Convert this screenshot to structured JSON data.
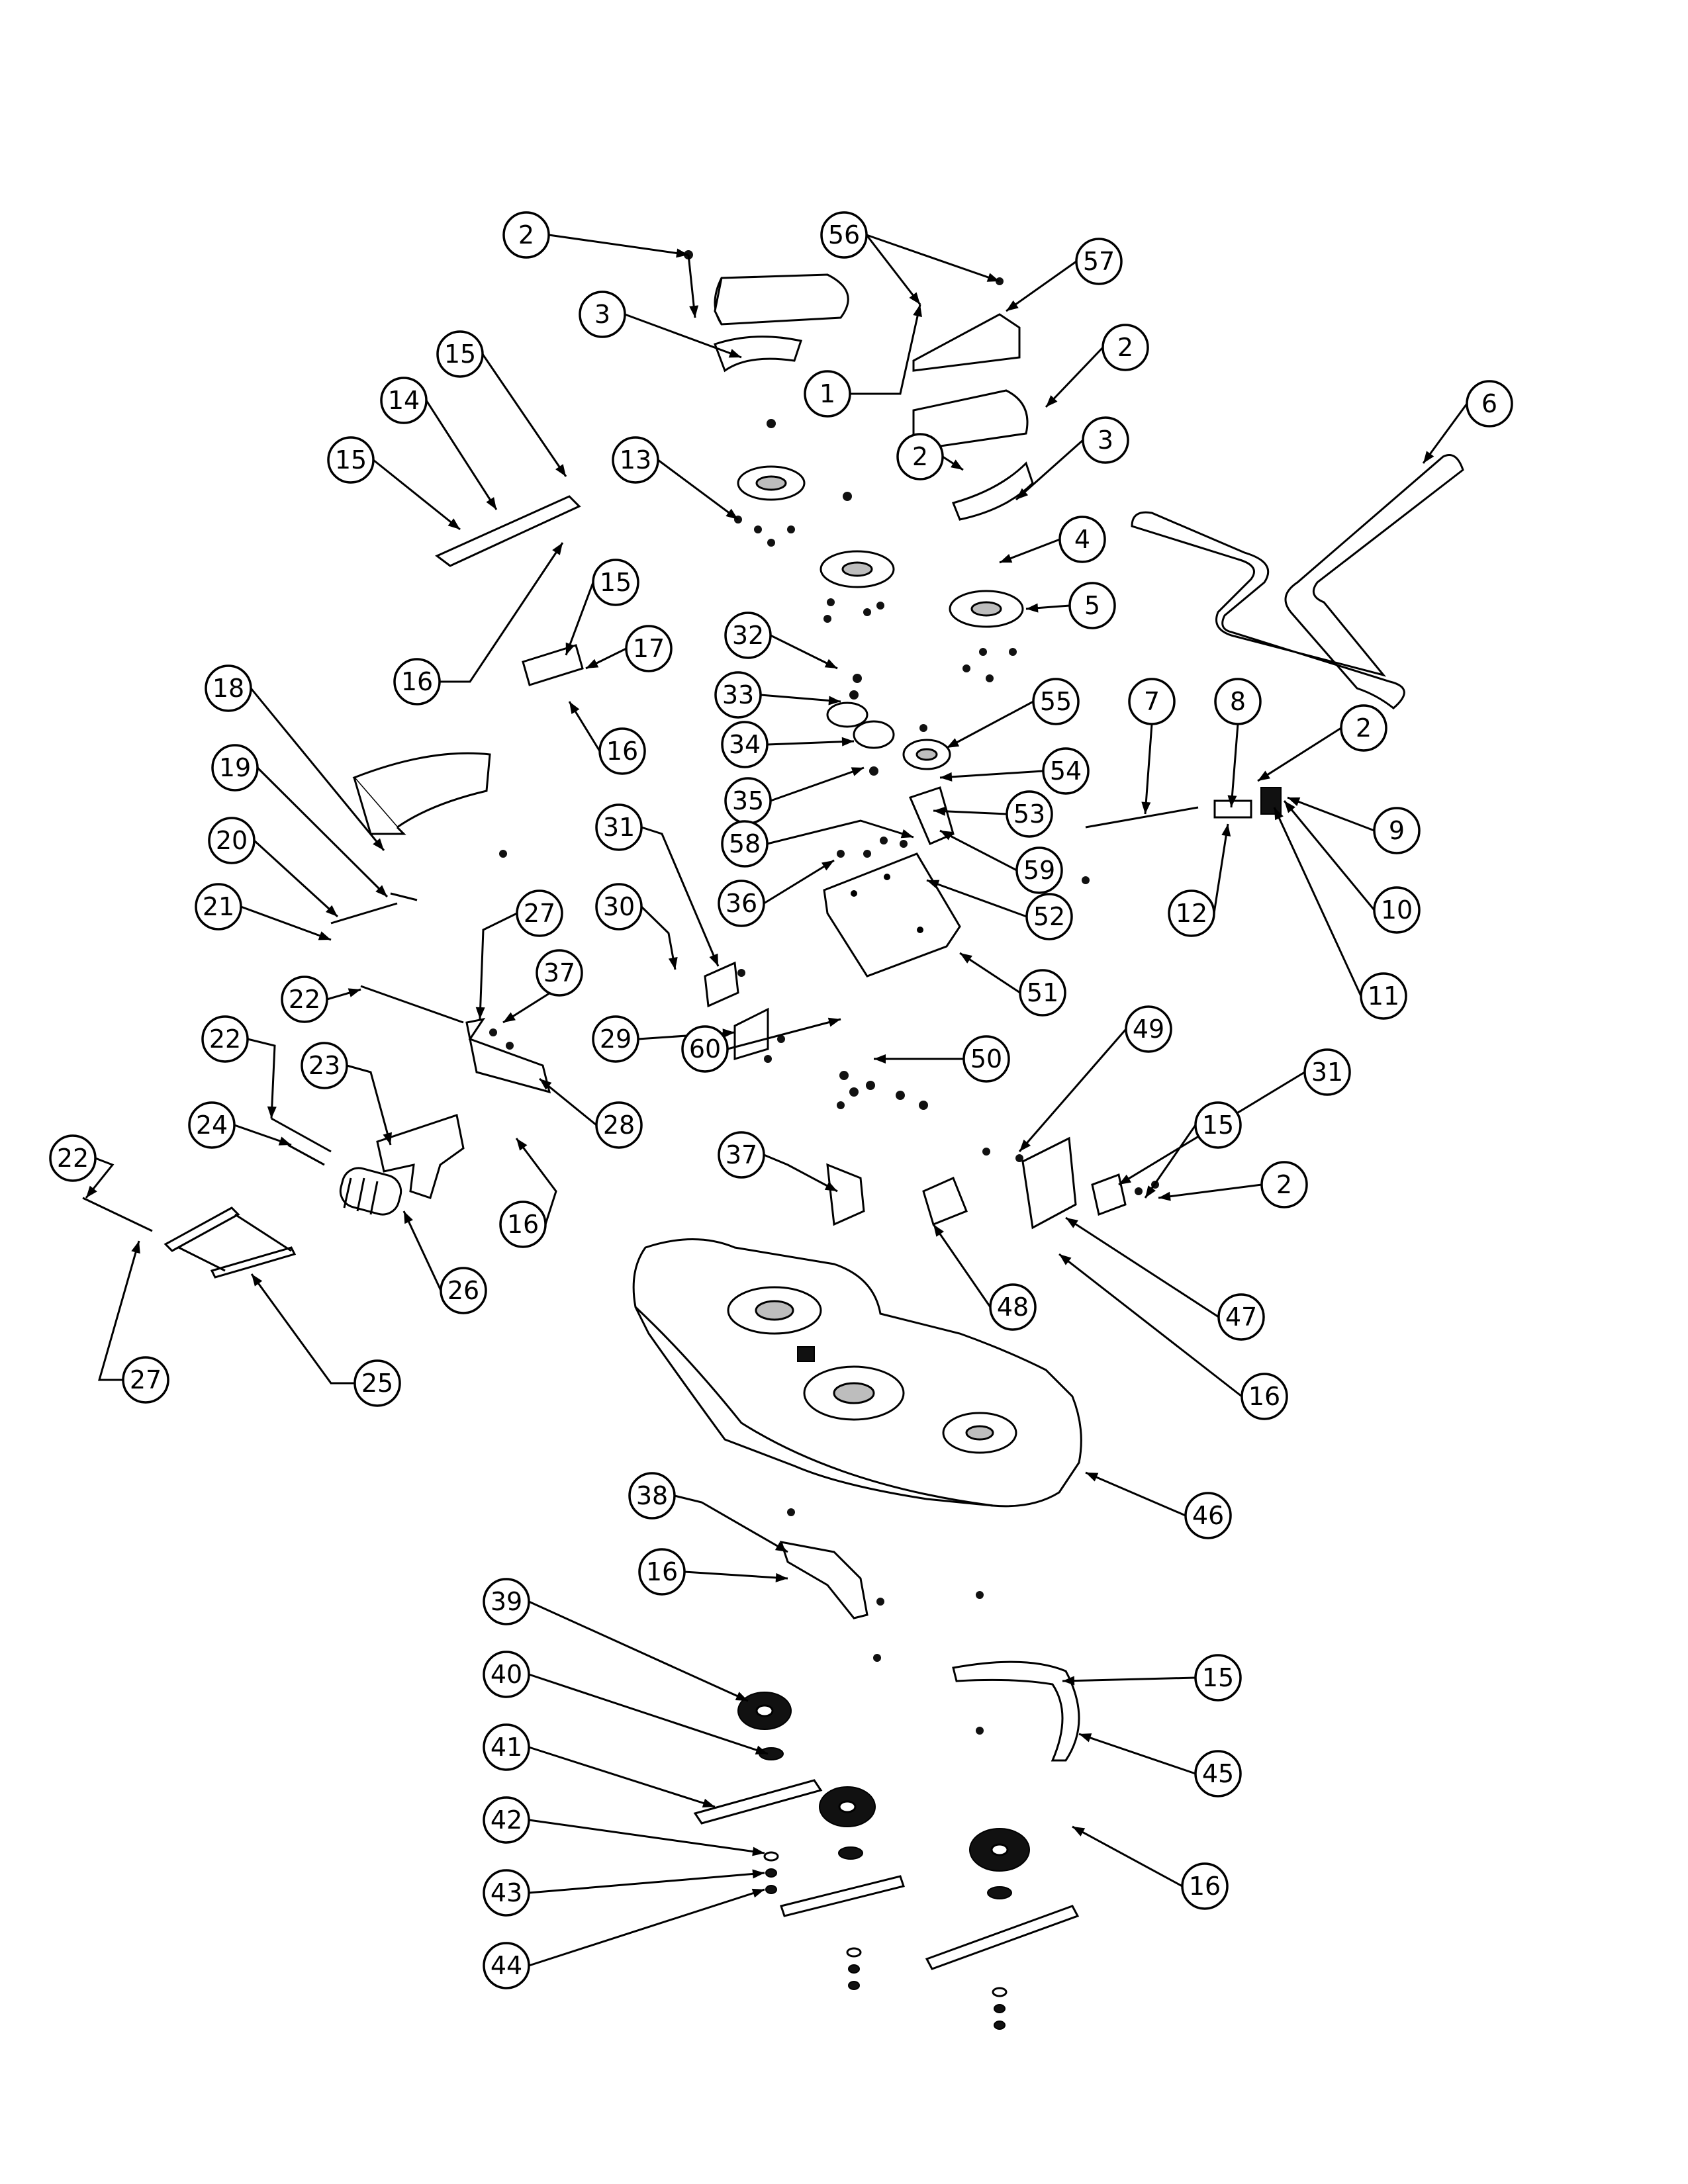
{
  "callouts": [
    {
      "label": "1"
    },
    {
      "label": "2"
    },
    {
      "label": "2"
    },
    {
      "label": "2"
    },
    {
      "label": "2"
    },
    {
      "label": "2"
    },
    {
      "label": "3"
    },
    {
      "label": "3"
    },
    {
      "label": "4"
    },
    {
      "label": "5"
    },
    {
      "label": "6"
    },
    {
      "label": "7"
    },
    {
      "label": "8"
    },
    {
      "label": "9"
    },
    {
      "label": "10"
    },
    {
      "label": "11"
    },
    {
      "label": "12"
    },
    {
      "label": "13"
    },
    {
      "label": "14"
    },
    {
      "label": "15"
    },
    {
      "label": "15"
    },
    {
      "label": "15"
    },
    {
      "label": "15"
    },
    {
      "label": "15"
    },
    {
      "label": "16"
    },
    {
      "label": "16"
    },
    {
      "label": "16"
    },
    {
      "label": "16"
    },
    {
      "label": "16"
    },
    {
      "label": "16"
    },
    {
      "label": "17"
    },
    {
      "label": "18"
    },
    {
      "label": "19"
    },
    {
      "label": "20"
    },
    {
      "label": "21"
    },
    {
      "label": "22"
    },
    {
      "label": "22"
    },
    {
      "label": "22"
    },
    {
      "label": "23"
    },
    {
      "label": "24"
    },
    {
      "label": "25"
    },
    {
      "label": "26"
    },
    {
      "label": "27"
    },
    {
      "label": "27"
    },
    {
      "label": "28"
    },
    {
      "label": "29"
    },
    {
      "label": "30"
    },
    {
      "label": "31"
    },
    {
      "label": "31"
    },
    {
      "label": "32"
    },
    {
      "label": "33"
    },
    {
      "label": "34"
    },
    {
      "label": "35"
    },
    {
      "label": "36"
    },
    {
      "label": "37"
    },
    {
      "label": "37"
    },
    {
      "label": "38"
    },
    {
      "label": "39"
    },
    {
      "label": "40"
    },
    {
      "label": "41"
    },
    {
      "label": "42"
    },
    {
      "label": "43"
    },
    {
      "label": "44"
    },
    {
      "label": "45"
    },
    {
      "label": "46"
    },
    {
      "label": "47"
    },
    {
      "label": "48"
    },
    {
      "label": "49"
    },
    {
      "label": "50"
    },
    {
      "label": "51"
    },
    {
      "label": "52"
    },
    {
      "label": "53"
    },
    {
      "label": "54"
    },
    {
      "label": "55"
    },
    {
      "label": "56"
    },
    {
      "label": "57"
    },
    {
      "label": "58"
    },
    {
      "label": "59"
    },
    {
      "label": "60"
    }
  ]
}
